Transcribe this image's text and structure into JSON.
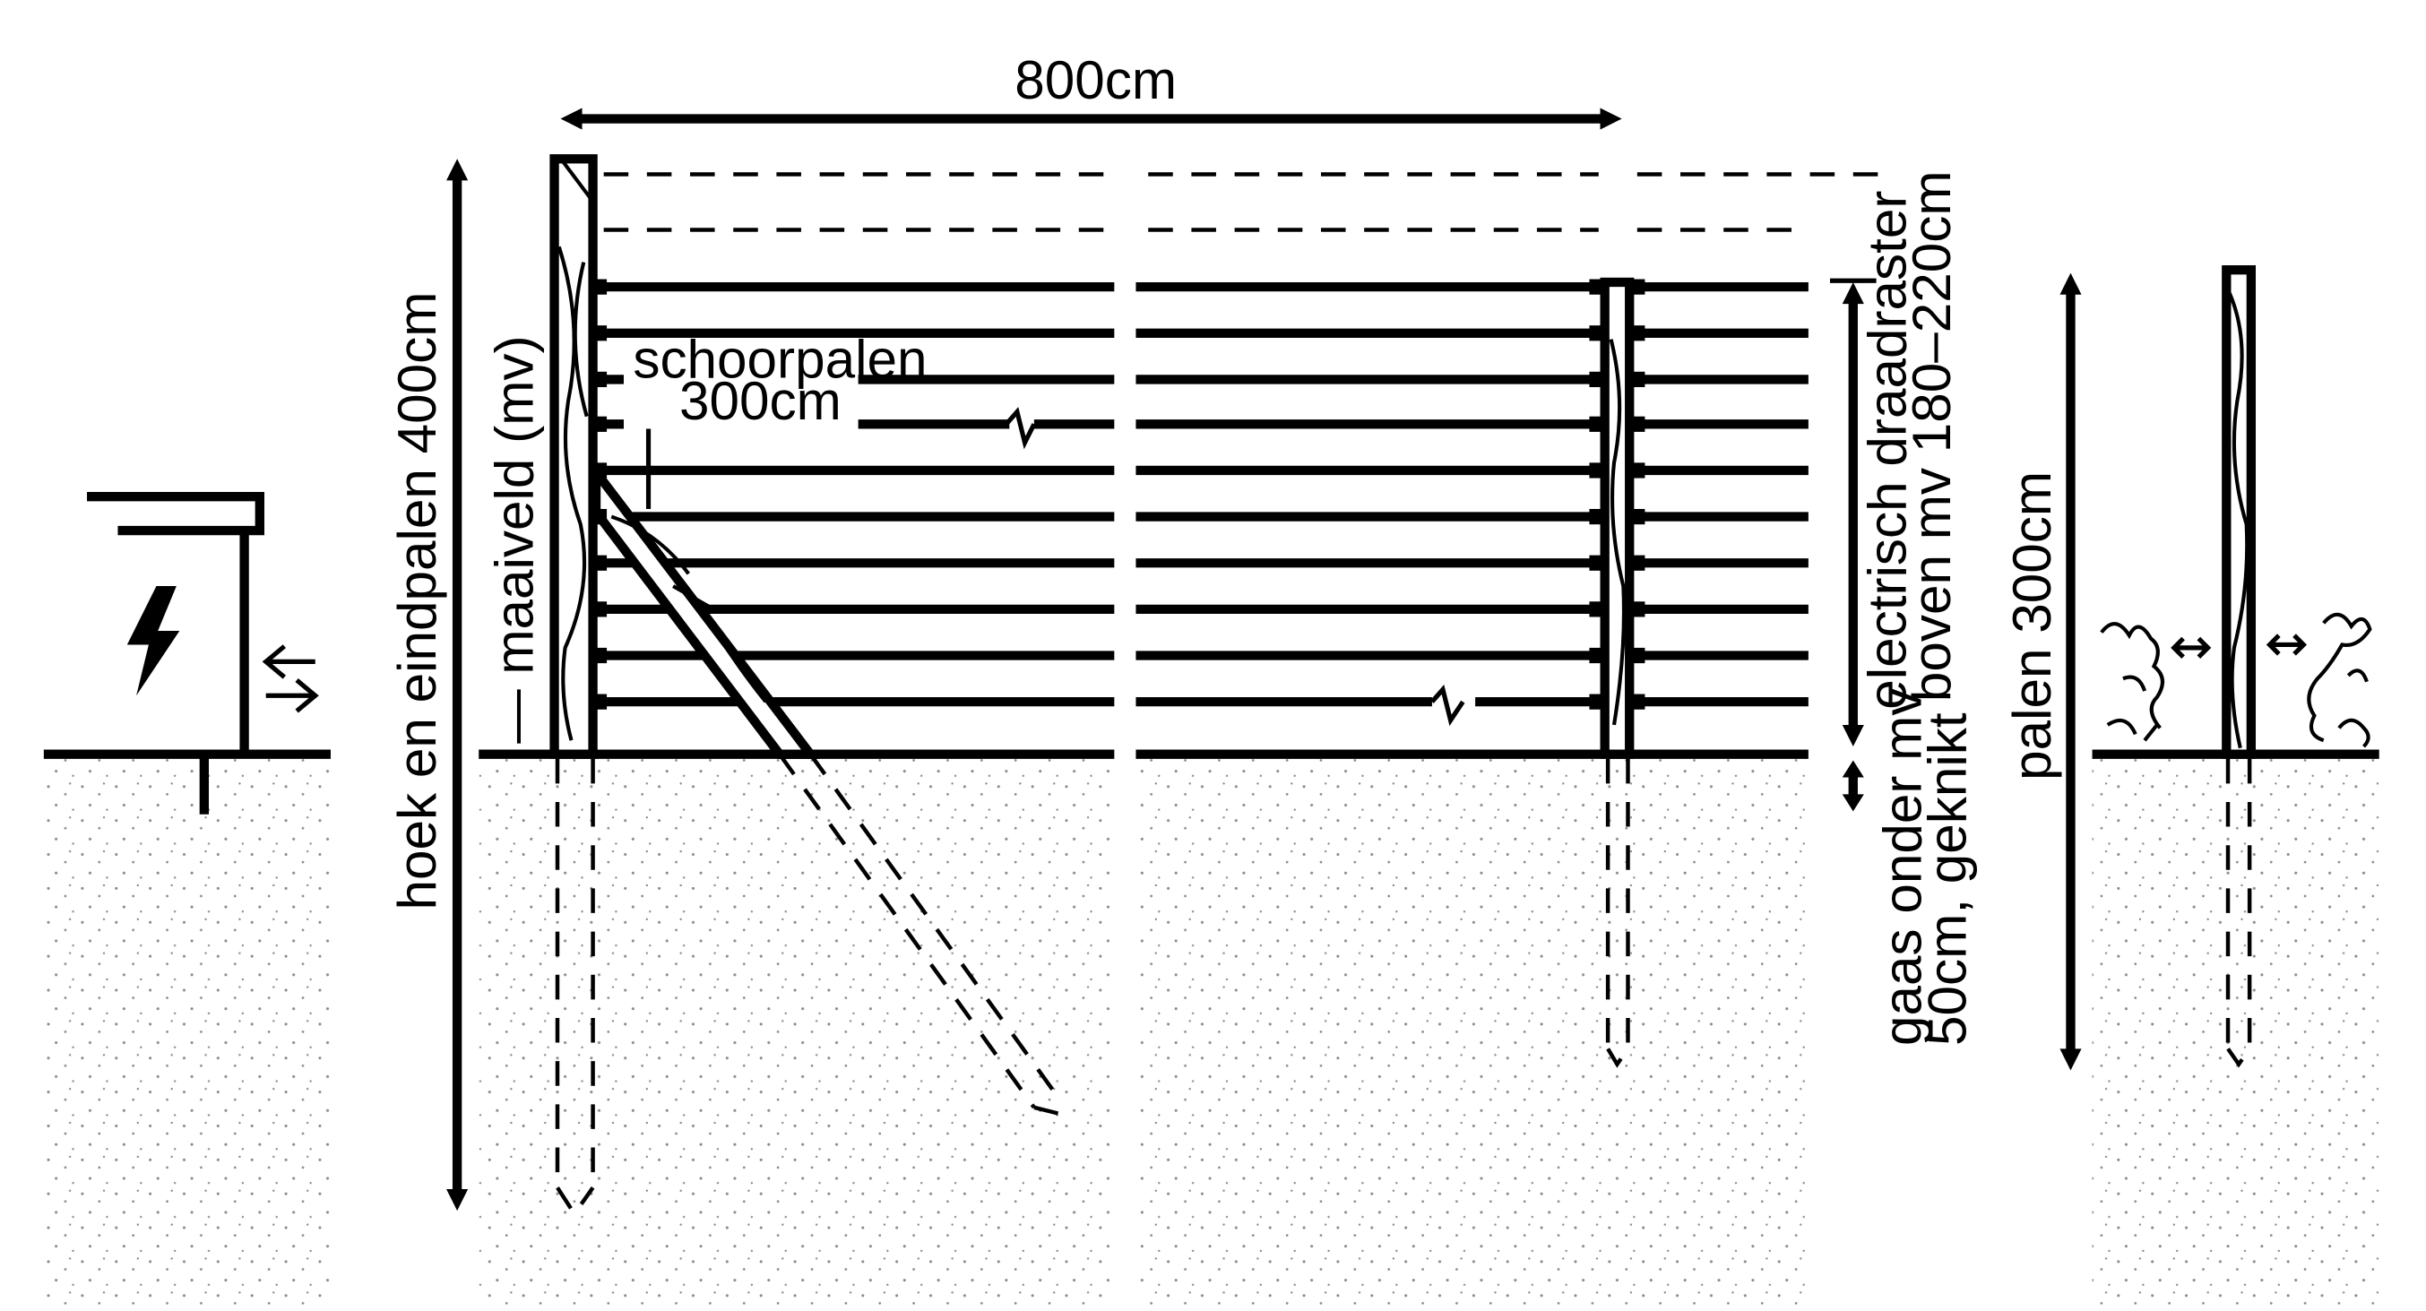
{
  "colors": {
    "ink": "#000000",
    "background": "#ffffff",
    "soil_dots": "#8a8a8a"
  },
  "labels": {
    "span": "800cm",
    "corner_posts": "hoek en eindpalen 400cm",
    "ground_level": "— maaiveld (mv)",
    "brace_posts_line1": "schoorpalen",
    "brace_posts_line2": "300cm",
    "wire_mesh_line1": "electrisch draadraster",
    "wire_mesh_line2": "boven mv 180–220cm",
    "mesh_below_line1": "gaas onder mv",
    "mesh_below_line2": "50cm, geknikt",
    "posts_300": "palen 300cm"
  },
  "icons": {
    "energizer": "lightning-bolt-icon",
    "current": "bidirectional-arrows-icon",
    "wire_break": "zigzag-break-icon",
    "distance": "double-headed-arrow-icon"
  }
}
